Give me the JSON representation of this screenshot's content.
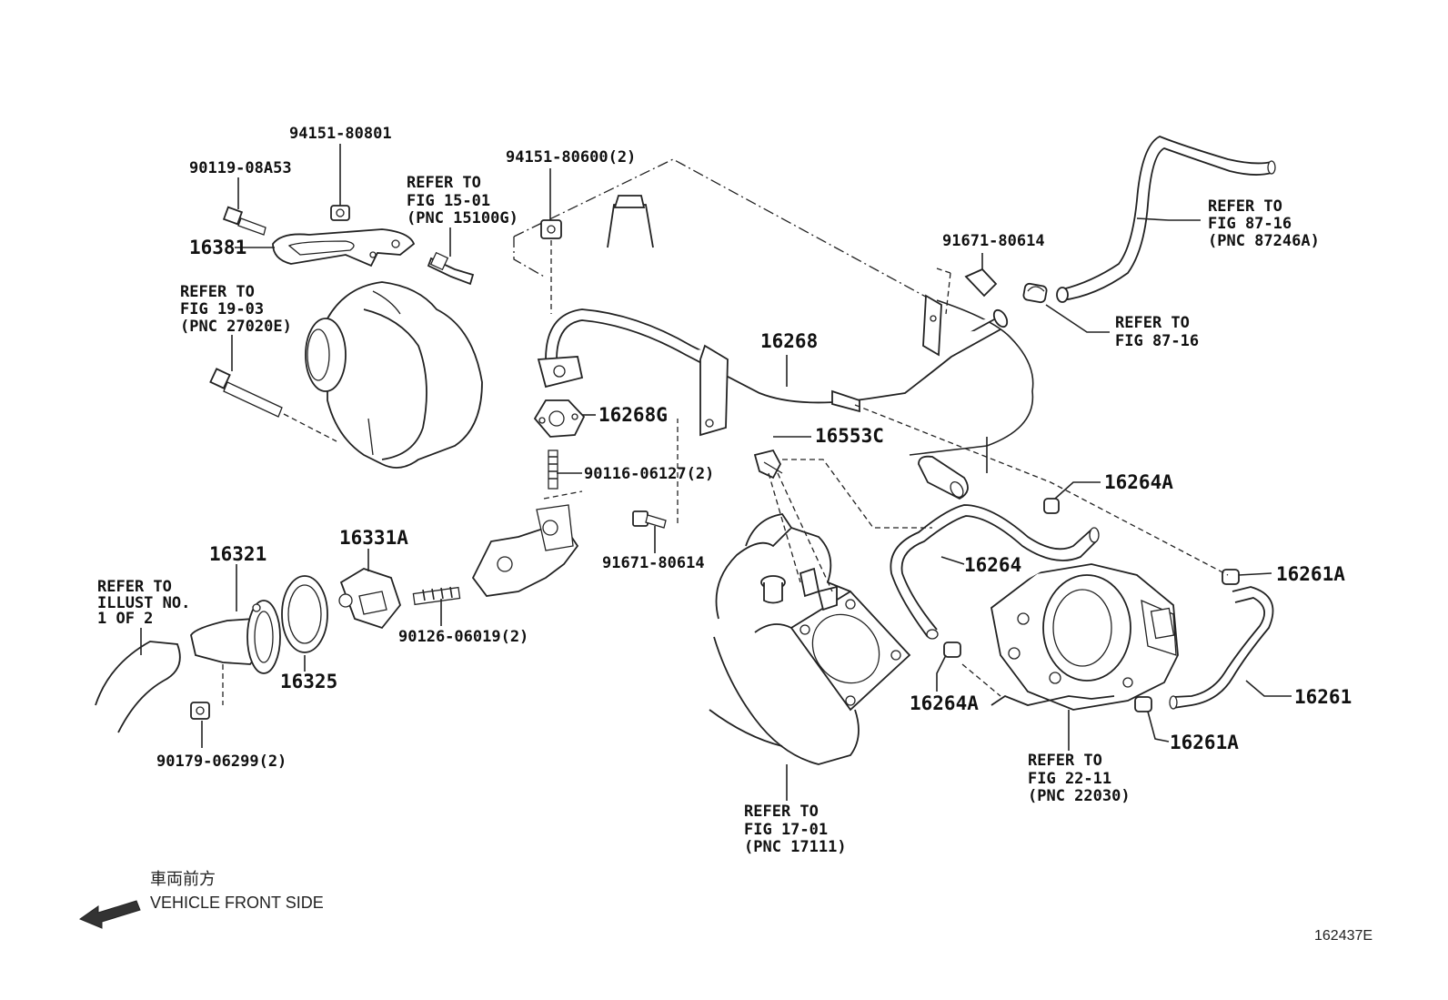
{
  "callouts": {
    "p94151_80801": "94151-80801",
    "p90119_08A53": "90119-08A53",
    "p16381": "16381",
    "refer_fig15_l1": "REFER TO",
    "refer_fig15_l2": "FIG 15-01",
    "refer_fig15_l3": "(PNC 15100G)",
    "p94151_80600": "94151-80600(2)",
    "refer_fig19_l1": "REFER TO",
    "refer_fig19_l2": "FIG 19-03",
    "refer_fig19_l3": "(PNC 27020E)",
    "p16268": "16268",
    "p16268G": "16268G",
    "p90116_06127": "90116-06127(2)",
    "p91671_80614_a": "91671-80614",
    "p91671_80614_b": "91671-80614",
    "refer_fig8716a_l1": "REFER TO",
    "refer_fig8716a_l2": "FIG 87-16",
    "refer_fig8716a_l3": "(PNC 87246A)",
    "refer_fig8716b_l1": "REFER TO",
    "refer_fig8716b_l2": "FIG 87-16",
    "p16553C": "16553C",
    "p16264A_top": "16264A",
    "p16264": "16264",
    "p16261A_top": "16261A",
    "p16261": "16261",
    "p16261A_bottom": "16261A",
    "p16264A_bottom": "16264A",
    "refer_fig2211_l1": "REFER TO",
    "refer_fig2211_l2": "FIG 22-11",
    "refer_fig2211_l3": "(PNC 22030)",
    "refer_fig1701_l1": "REFER TO",
    "refer_fig1701_l2": "FIG 17-01",
    "refer_fig1701_l3": "(PNC 17111)",
    "p16321": "16321",
    "p16331A": "16331A",
    "refer_illust_l1": "REFER TO",
    "refer_illust_l2": "ILLUST NO.",
    "refer_illust_l3": "1 OF 2",
    "p16325": "16325",
    "p90126_06019": "90126-06019(2)",
    "p90179_06299": "90179-06299(2)"
  },
  "direction": {
    "japanese": "車両前方",
    "english": "VEHICLE FRONT SIDE"
  },
  "figure_id": "162437E"
}
